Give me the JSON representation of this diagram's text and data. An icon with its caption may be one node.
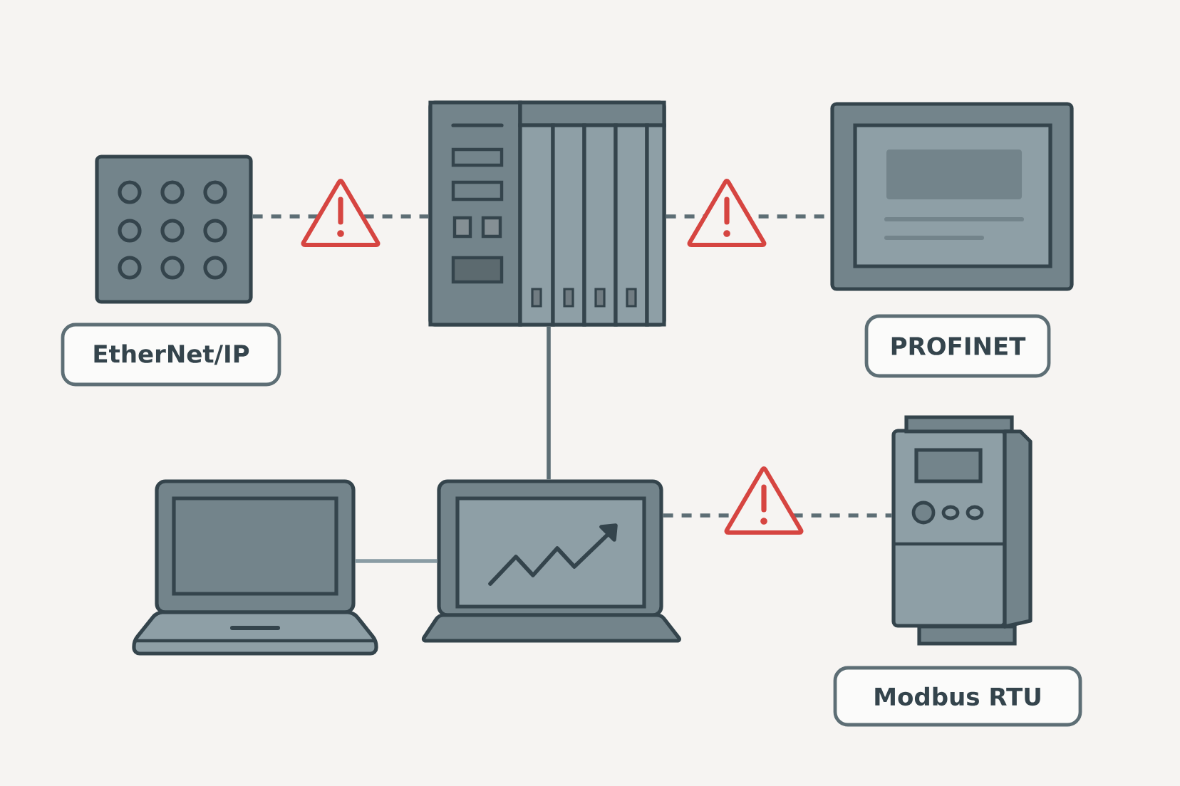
{
  "diagram": {
    "nodes": [
      {
        "text": [],
        "shape": "box"
      },
      {
        "text": [],
        "shape": "box"
      },
      {
        "text": [],
        "shape": "box"
      },
      {
        "text": [],
        "shape": "laptop"
      },
      {
        "text": [],
        "shape": "laptop"
      },
      {
        "text": [],
        "shape": "box"
      },
      {
        "text": [
          "EtherNet/IP"
        ]
      },
      {
        "text": [
          "PROFINET"
        ]
      },
      {
        "text": [
          "Modbus RTU"
        ]
      }
    ],
    "edges": [
      {
        "from": 0,
        "to": 1,
        "arrow": "none",
        "style": "dashed"
      },
      {
        "from": 1,
        "to": 2,
        "arrow": "none",
        "style": "dashed"
      },
      {
        "from": 1,
        "to": 4,
        "arrow": "none"
      },
      {
        "from": 3,
        "to": 4,
        "arrow": "none",
        "color": "#8a9ca4"
      },
      {
        "from": 4,
        "to": 5,
        "arrow": "none",
        "style": "dashed"
      }
    ]
  }
}
